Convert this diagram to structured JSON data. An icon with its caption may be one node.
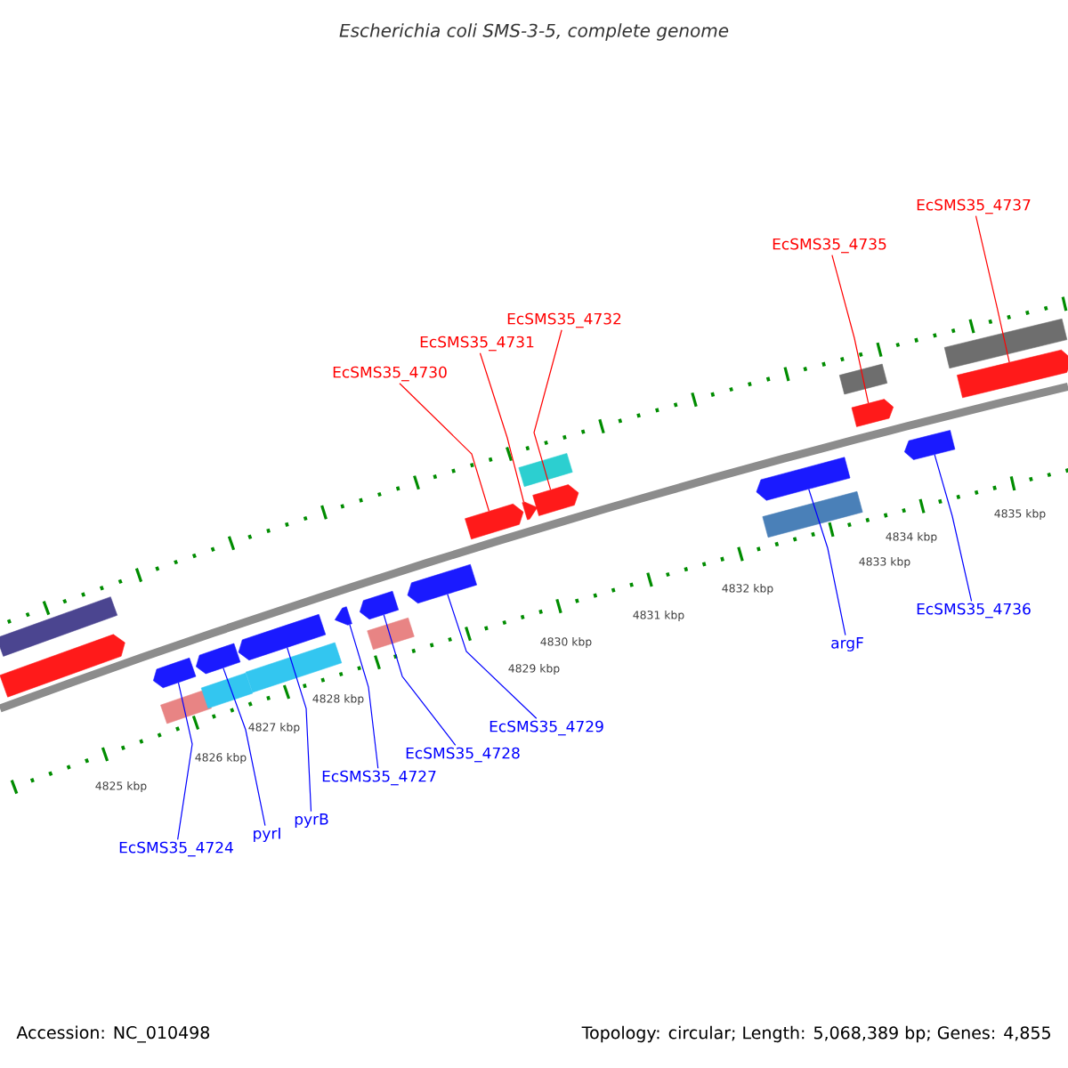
{
  "diagram": {
    "title": "Escherichia coli SMS-3-5, complete genome",
    "nodes": [
      {
        "text": [
          "EcSMS35_4737"
        ]
      },
      {
        "text": [
          "EcSMS35_4735"
        ]
      },
      {
        "text": [
          "EcSMS35_4732"
        ]
      },
      {
        "text": [
          "EcSMS35_4731"
        ]
      },
      {
        "text": [
          "EcSMS35_4730"
        ]
      },
      {
        "text": [],
        "shape": "bar"
      },
      {
        "text": [],
        "shape": "arrow"
      },
      {
        "text": [],
        "shape": "arrow"
      },
      {
        "text": [],
        "shape": "bar"
      },
      {
        "text": [],
        "shape": "arrow"
      },
      {
        "text": [],
        "shape": "bar"
      },
      {
        "text": [],
        "shape": "arrow"
      },
      {
        "text": [],
        "shape": "bar"
      },
      {
        "text": [],
        "shape": "triangle"
      },
      {
        "text": [],
        "shape": "arrow"
      },
      {
        "text": [],
        "shape": "bar"
      },
      {
        "text": [],
        "shape": "arrow"
      },
      {
        "text": [],
        "shape": "arrow"
      },
      {
        "text": [],
        "shape": "triangle"
      },
      {
        "text": [],
        "shape": "bar"
      },
      {
        "text": [],
        "shape": "arrow"
      },
      {
        "text": [],
        "shape": "arrow"
      },
      {
        "text": [],
        "shape": "bar"
      },
      {
        "text": [],
        "shape": "bar"
      },
      {
        "text": [],
        "shape": "arrow"
      },
      {
        "text": [],
        "shape": "arrow"
      },
      {
        "text": [],
        "shape": "bar"
      },
      {
        "text": [],
        "shape": "arrow"
      },
      {
        "text": [
          "EcSMS35_4736"
        ]
      },
      {
        "text": [
          "argF"
        ]
      },
      {
        "text": [
          "EcSMS35_4729"
        ]
      },
      {
        "text": [
          "EcSMS35_4728"
        ]
      },
      {
        "text": [
          "EcSMS35_4727"
        ]
      },
      {
        "text": [
          "pyrB"
        ]
      },
      {
        "text": [
          "pyrI"
        ]
      },
      {
        "text": [
          "EcSMS35_4724"
        ]
      }
    ],
    "edges": [
      {
        "from": 0,
        "to": 27,
        "arrow": "none",
        "color": "#ff0000"
      },
      {
        "from": 1,
        "to": 24,
        "arrow": "none",
        "color": "#ff0000"
      },
      {
        "from": 2,
        "to": 20,
        "arrow": "none",
        "color": "#ff0000"
      },
      {
        "from": 3,
        "to": 18,
        "arrow": "none",
        "color": "#ff0000"
      },
      {
        "from": 4,
        "to": 17,
        "arrow": "none",
        "color": "#ff0000"
      },
      {
        "from": 28,
        "to": 25,
        "arrow": "none"
      },
      {
        "from": 29,
        "to": 21,
        "arrow": "none"
      },
      {
        "from": 30,
        "to": 16,
        "arrow": "none"
      },
      {
        "from": 31,
        "to": 14,
        "arrow": "none"
      },
      {
        "from": 32,
        "to": 13,
        "arrow": "none"
      },
      {
        "from": 33,
        "to": 11,
        "arrow": "none"
      },
      {
        "from": 34,
        "to": 9,
        "arrow": "none"
      },
      {
        "from": 35,
        "to": 7,
        "arrow": "none"
      }
    ],
    "labels": [
      "4825 kbp",
      "4826 kbp",
      "4827 kbp",
      "4828 kbp",
      "4829 kbp",
      "4830 kbp",
      "4831 kbp",
      "4832 kbp",
      "4833 kbp",
      "4834 kbp",
      "4835 kbp",
      "Accession: NC_010498",
      "Topology: circular; Length: 5,068,389 bp; Genes: 4,855"
    ]
  }
}
